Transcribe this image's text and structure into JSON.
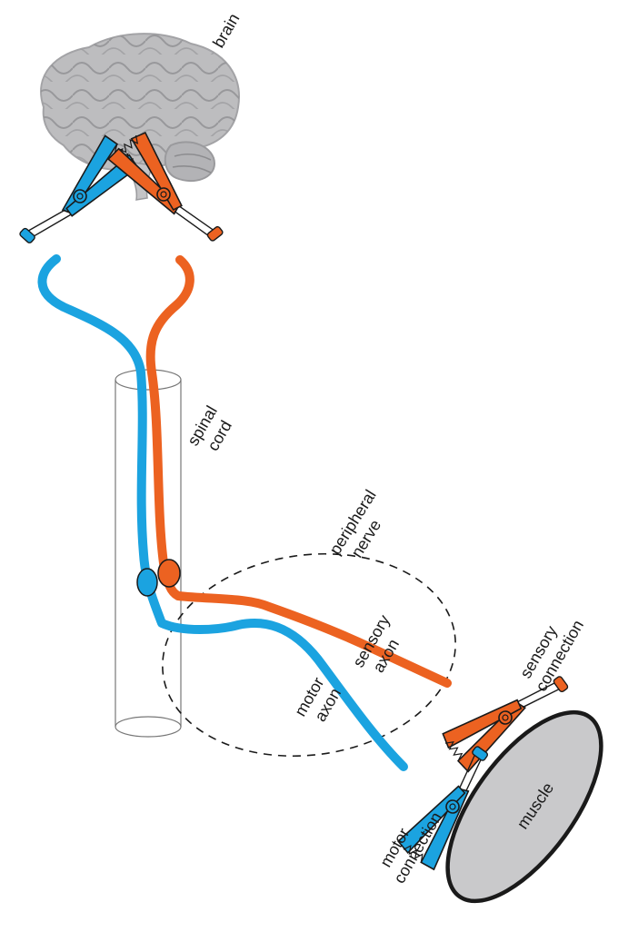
{
  "labels": {
    "brain": "brain",
    "spinal_cord": [
      "spinal",
      "cord"
    ],
    "peripheral_nerve": [
      "peripheral",
      "nerve"
    ],
    "sensory_axon": [
      "sensory",
      "axon"
    ],
    "motor_axon": [
      "motor",
      "axon"
    ],
    "sensory_connection": [
      "sensory",
      "connection"
    ],
    "motor_connection": [
      "motor",
      "connection"
    ],
    "muscle": "muscle"
  },
  "colors": {
    "motor": "#1ba3e0",
    "sensory": "#ec6221",
    "muscle_fill": "#c9c9cb",
    "brain_fill": "#bdbdbf",
    "outline": "#1a1a1a"
  }
}
